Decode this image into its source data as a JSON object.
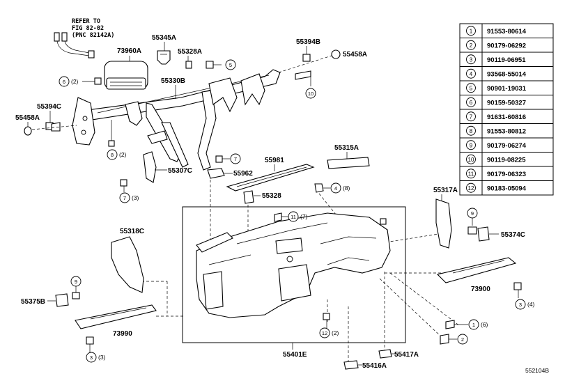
{
  "diagram": {
    "figure_id": "552104B",
    "callout_note": [
      "REFER TO",
      "FIG 82-02",
      "(PNC 82142A)"
    ],
    "part_labels": {
      "p73960A": "73960A",
      "p55345A": "55345A",
      "p55328A": "55328A",
      "p55394B": "55394B",
      "p55458A_r": "55458A",
      "p55330B": "55330B",
      "p55394C": "55394C",
      "p55458A_l": "55458A",
      "p55307C": "55307C",
      "p55962": "55962",
      "p55981": "55981",
      "p55315A": "55315A",
      "p55328": "55328",
      "p55317A": "55317A",
      "p55374C": "55374C",
      "p55318C": "55318C",
      "p73900": "73900",
      "p55375B": "55375B",
      "p73990": "73990",
      "p55401E": "55401E",
      "p55417A": "55417A",
      "p55416A": "55416A"
    },
    "qty": {
      "q6": "(2)",
      "q8": "(2)",
      "q7": "(3)",
      "q4": "(8)",
      "q11": "(7)",
      "q3_right": "(4)",
      "q1": "(6)",
      "q12": "(2)",
      "q3_left": "(3)"
    },
    "legend": [
      {
        "ref": "1",
        "part": "91553-80614"
      },
      {
        "ref": "2",
        "part": "90179-06292"
      },
      {
        "ref": "3",
        "part": "90119-06951"
      },
      {
        "ref": "4",
        "part": "93568-55014"
      },
      {
        "ref": "5",
        "part": "90901-19031"
      },
      {
        "ref": "6",
        "part": "90159-50327"
      },
      {
        "ref": "7",
        "part": "91631-60816"
      },
      {
        "ref": "8",
        "part": "91553-80812"
      },
      {
        "ref": "9",
        "part": "90179-06274"
      },
      {
        "ref": "10",
        "part": "90119-08225"
      },
      {
        "ref": "11",
        "part": "90179-06323"
      },
      {
        "ref": "12",
        "part": "90183-05094"
      }
    ]
  }
}
